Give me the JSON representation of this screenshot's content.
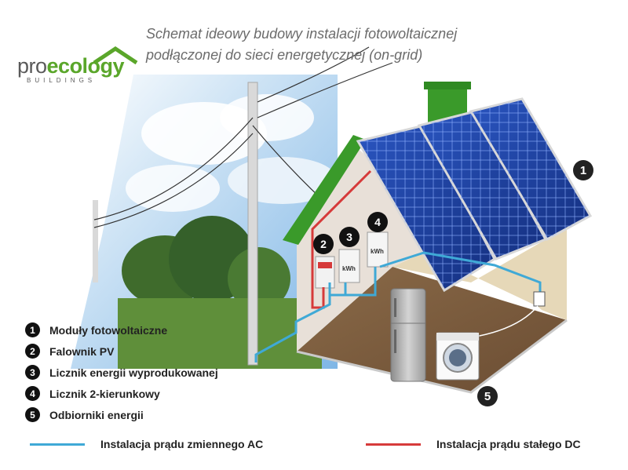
{
  "title": {
    "line1": "Schemat ideowy budowy instalacji fotowoltaicznej",
    "line2": "podłączonej do sieci energetycznej (on-grid)"
  },
  "logo": {
    "pro": "pro",
    "ecology": "ecology",
    "buildings": "BUILDINGS"
  },
  "legend": [
    {
      "num": "1",
      "label": "Moduły fotowoltaiczne"
    },
    {
      "num": "2",
      "label": "Falownik PV"
    },
    {
      "num": "3",
      "label": "Licznik energii wyprodukowanej"
    },
    {
      "num": "4",
      "label": "Licznik 2-kierunkowy"
    },
    {
      "num": "5",
      "label": "Odbiorniki energii"
    }
  ],
  "callouts": {
    "panels": "1",
    "inverter": "2",
    "meter_produced": "3",
    "meter_bidirectional": "4",
    "receivers": "5"
  },
  "meter_label": "kWh",
  "lines": {
    "ac": {
      "label": "Instalacja prądu zmiennego AC",
      "color": "#3fa9d6"
    },
    "dc": {
      "label": "Instalacja prądu stałego DC",
      "color": "#d63a3a"
    }
  },
  "colors": {
    "roof_green": "#3a9a2a",
    "logo_green": "#5aa62a",
    "panel_blue": "#1d3f9e"
  }
}
